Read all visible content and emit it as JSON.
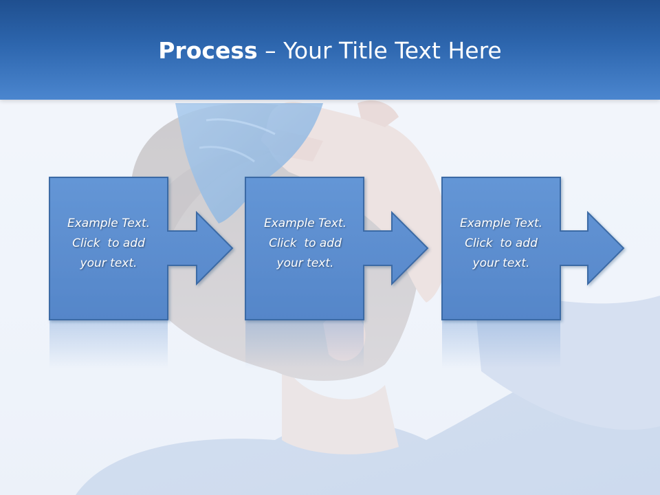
{
  "title": {
    "bold": "Process",
    "rest": " – Your Title Text Here"
  },
  "steps": [
    {
      "line1": "Example Text.",
      "line2": "Click  to add",
      "line3": "your text."
    },
    {
      "line1": "Example Text.",
      "line2": "Click  to add",
      "line3": "your text."
    },
    {
      "line1": "Example Text.",
      "line2": "Click  to add",
      "line3": "your text."
    }
  ],
  "colors": {
    "title_bar_top": "#1f4f8f",
    "title_bar_bottom": "#4b86cf",
    "box_fill": "#5b8ed1",
    "box_border": "#3b6aa5",
    "text": "#ffffff"
  },
  "background_image": "child-holding-ice-pack-on-head"
}
